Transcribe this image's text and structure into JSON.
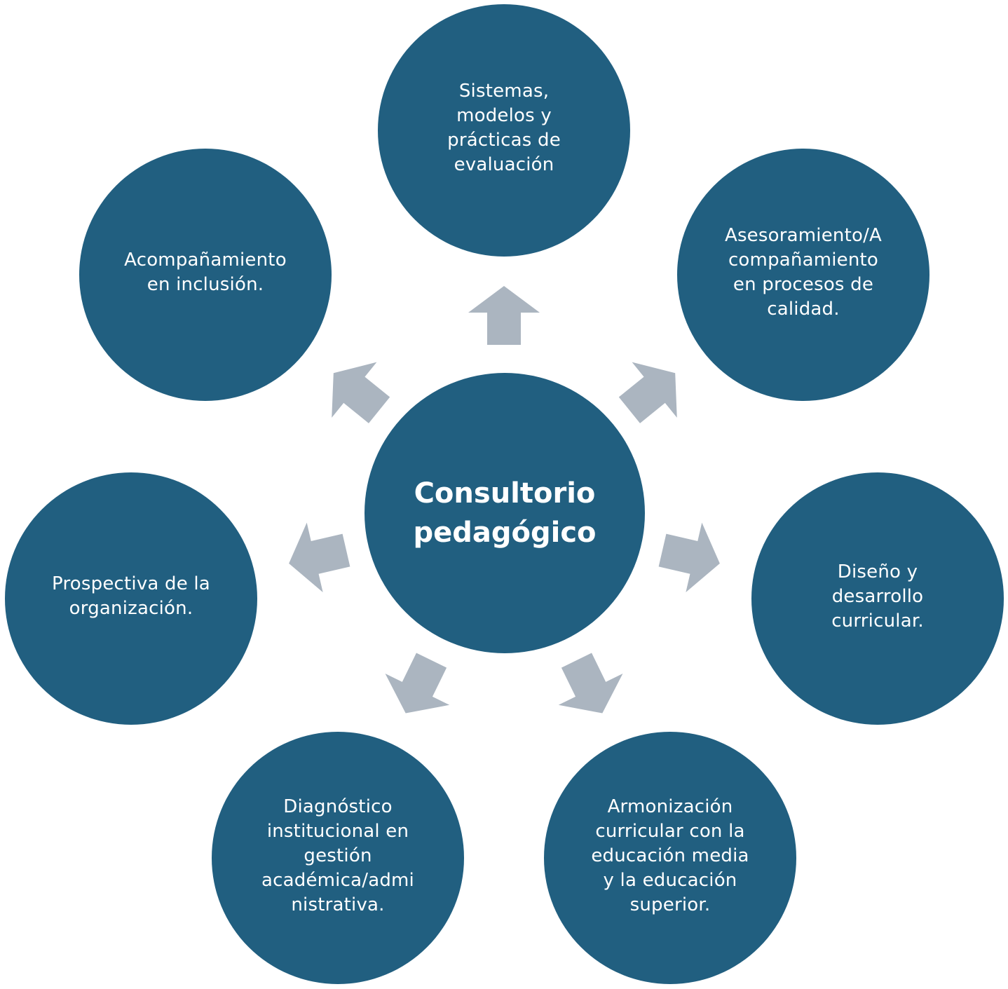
{
  "colors": {
    "circle": "#215f80",
    "arrow": "#abb5c0",
    "text": "#ffffff"
  },
  "center": {
    "label": "Consultorio\npedagógico"
  },
  "nodes": {
    "top": "Sistemas,\nmodelos y\nprácticas de\nevaluación",
    "upper_right": "Asesoramiento/A\ncompañamiento\nen procesos de\ncalidad.",
    "right": "Diseño y\ndesarrollo\ncurricular.",
    "lower_right": "Armonización\ncurricular con la\neducación media\ny la educación\nsuperior.",
    "lower_left": "Diagnóstico\ninstitucional en\ngestión\nacadémica/admi\nnistrativa.",
    "left": "Prospectiva de la\norganización.",
    "upper_left": "Acompañamiento\nen inclusión."
  }
}
